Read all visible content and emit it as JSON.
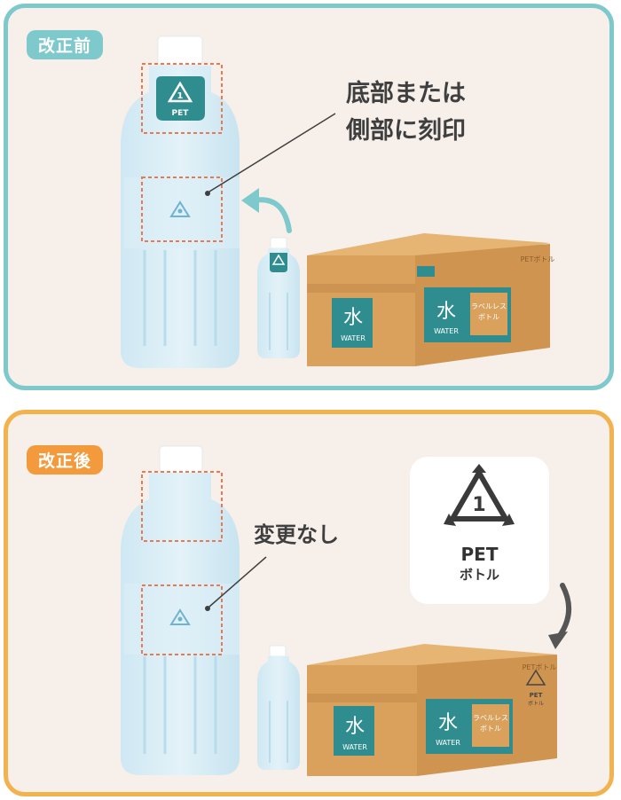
{
  "panels": {
    "before": {
      "tag": "改正前",
      "callout_line1": "底部または",
      "callout_line2": "側部に刻印",
      "bottle_badge_number": "1",
      "bottle_badge_text": "PET"
    },
    "after": {
      "tag": "改正後",
      "callout": "変更なし",
      "pet_mark_number": "1",
      "pet_mark_line1": "PET",
      "pet_mark_line2": "ボトル"
    }
  },
  "box": {
    "brand_text": "PETボトル",
    "water_kanji": "水",
    "water_en": "WATER",
    "label_line1": "ラベルレス",
    "label_line2": "ボトル",
    "pet_small": "PET",
    "pet_small_kana": "ボトル"
  },
  "colors": {
    "before_border": "#7ec9cc",
    "after_border": "#f2b24d",
    "after_tag": "#f39a3c",
    "panel_bg": "#f6efea",
    "box_main": "#d9a15c",
    "box_teal": "#2f8d8f",
    "highlight_dash": "#e67a55"
  }
}
